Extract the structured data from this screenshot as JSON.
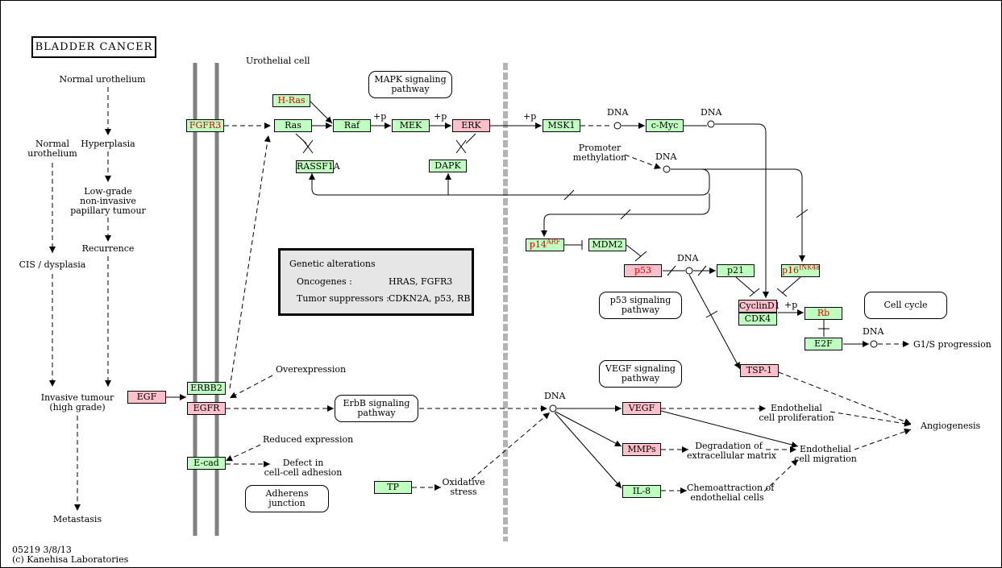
{
  "title": "BLADDER CANCER",
  "footer": {
    "id_date": "05219 3/8/13",
    "copyright": "(c) Kanehisa Laboratories"
  },
  "colors": {
    "normal_gene_fill": "#bfffbf",
    "altered_gene_fill": "#ffc0cb",
    "highlight_text": "#e00000",
    "legend_fill": "#e6e6e6",
    "membrane": "#808080",
    "nucleus_boundary": "#b4b4b4"
  },
  "labels": {
    "urothelial_cell": "Urothelial cell",
    "normal_urothelium_top": "Normal urothelium",
    "normal_urothelium_left": [
      "Normal",
      "urothelium"
    ],
    "hyperplasia": "Hyperplasia",
    "low_grade": [
      "Low-grade",
      "non-invasive",
      "papillary tumour"
    ],
    "recurrence": "Recurrence",
    "cis": "CIS / dysplasia",
    "invasive": [
      "Invasive tumour",
      "(high grade)"
    ],
    "metastasis": "Metastasis",
    "overexpression": "Overexpression",
    "reduced_expression": "Reduced expression",
    "defect": [
      "Defect in",
      "cell-cell adhesion"
    ],
    "oxidative_stress": [
      "Oxidative",
      "stress"
    ],
    "promoter_methylation": [
      "Promoter",
      "methylation"
    ],
    "endothelial_prolif": [
      "Endothelial",
      "cell proliferation"
    ],
    "endothelial_migration": [
      "Endothelial",
      "cell migration"
    ],
    "degradation": [
      "Degradation of",
      "extracellular matrix"
    ],
    "chemoattraction": [
      "Chemoattraction of",
      "endothelial cells"
    ],
    "angiogenesis": "Angiogenesis",
    "g1s": "G1/S progression",
    "dna": "DNA",
    "plus_p": "+p"
  },
  "genes": {
    "hras": "H-Ras",
    "fgfr3": "FGFR3",
    "ras": "Ras",
    "raf": "Raf",
    "mek": "MEK",
    "erk": "ERK",
    "msk1": "MSK1",
    "cmyc": "c-Myc",
    "rassf1a": "RASSF1A",
    "dapk": "DAPK",
    "p14": "p14",
    "p14_sup": "ARF",
    "mdm2": "MDM2",
    "p53": "p53",
    "p21": "p21",
    "p16": "p16",
    "p16_sup": "INK4a",
    "cyclind1": "CyclinD1",
    "cdk4": "CDK4",
    "rb": "Rb",
    "e2f": "E2F",
    "tsp1": "TSP-1",
    "egf": "EGF",
    "erbb2": "ERBB2",
    "egfr": "EGFR",
    "ecad": "E-cad",
    "tp": "TP",
    "vegf": "VEGF",
    "mmps": "MMPs",
    "il8": "IL-8"
  },
  "pathways": {
    "mapk": [
      "MAPK signaling",
      "pathway"
    ],
    "p53": [
      "p53 signaling",
      "pathway"
    ],
    "cell_cycle": [
      "Cell cycle"
    ],
    "vegf": [
      "VEGF signaling",
      "pathway"
    ],
    "erbb": [
      "ErbB signaling",
      "pathway"
    ],
    "adherens": [
      "Adherens",
      "junction"
    ]
  },
  "legend": {
    "heading": "Genetic alterations",
    "oncogenes_label": "Oncogenes :",
    "oncogenes_value": "HRAS, FGFR3",
    "suppressors_label": "Tumor suppressors :",
    "suppressors_value": "CDKN2A, p53, RB"
  }
}
